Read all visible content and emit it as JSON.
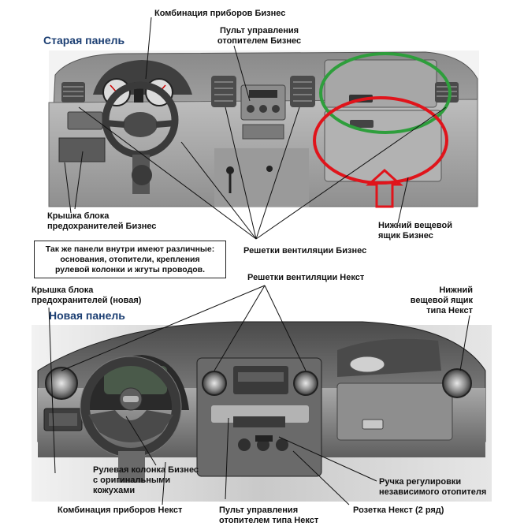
{
  "old_panel": {
    "title": "Старая панель",
    "labels": {
      "instrument_cluster": "Комбинация приборов Бизнес",
      "heater_control": [
        "Пульт управления",
        "отопителем Бизнес"
      ],
      "fuse_cover": [
        "Крышка блока",
        "предохранителей Бизнес"
      ],
      "vents": "Решетки вентиляции Бизнес",
      "glovebox": [
        "Нижний вещевой",
        "ящик Бизнес"
      ]
    },
    "highlight_colors": {
      "upper_box": "#2e9e3c",
      "lower_box": "#e0141b",
      "arrow": "#e0141b"
    }
  },
  "note": [
    "Так же панели внутри имеют различные:",
    "основания, отопители, крепления",
    "рулевой колонки и жгуты проводов."
  ],
  "new_panel": {
    "title": "Новая панель",
    "labels": {
      "fuse_cover": [
        "Крышка блока",
        "предохранителей (новая)"
      ],
      "vents": "Решетки вентиляции Некст",
      "glovebox": [
        "Нижний",
        "вещевой ящик",
        "типа Некст"
      ],
      "steering_column": [
        "Рулевая колонка Бизнес",
        "с оригинальными",
        "кожухами"
      ],
      "instrument_cluster": "Комбинация приборов Некст",
      "heater_control": [
        "Пульт управления",
        "отопителем типа Некст"
      ],
      "heater_knob": [
        "Ручка регулировки",
        "независимого отопителя"
      ],
      "socket": "Розетка Некст (2 ряд)"
    }
  }
}
